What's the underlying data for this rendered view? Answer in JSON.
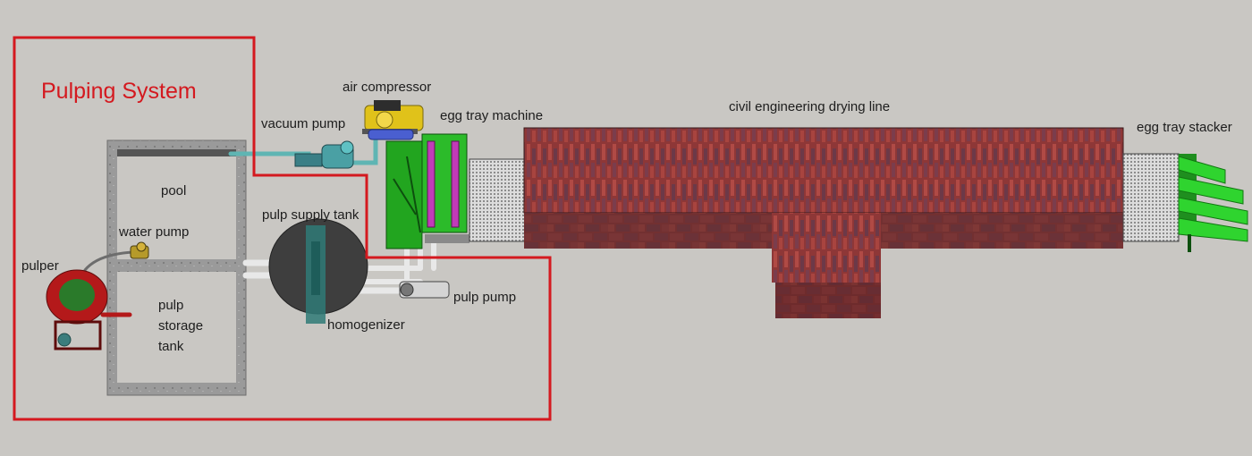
{
  "diagram": {
    "system_box": {
      "title": "Pulping System"
    },
    "labels": {
      "air_compressor": "air compressor",
      "vacuum_pump": "vacuum pump",
      "egg_tray_machine": "egg tray machine",
      "drying_line": "civil engineering drying line",
      "egg_tray_stacker": "egg tray stacker",
      "pool": "pool",
      "water_pump": "water pump",
      "pulper": "pulper",
      "pulp_supply_tank": "pulp supply tank",
      "pulp_storage_tank": "pulp\nstorage\ntank",
      "pulp_pump": "pulp pump",
      "homogenizer": "homogenizer"
    }
  },
  "colors": {
    "background": "#c9c7c3",
    "system_box": "#d4191f",
    "machine_green": "#22a51f",
    "stacker_green": "#2fd42f",
    "brick": "#9a3b3a",
    "concrete": "#8f8f8f",
    "pipe": "#eeeeee",
    "compressor": "#e0c21a",
    "pulper": "#b4191a"
  },
  "icons": [
    "brick-wall",
    "pump",
    "tank",
    "mesh-belt",
    "stacker"
  ]
}
